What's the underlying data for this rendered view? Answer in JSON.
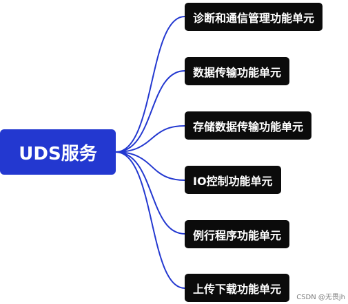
{
  "diagram": {
    "root": {
      "label": "UDS服务"
    },
    "children": [
      {
        "label": "诊断和通信管理功能单元"
      },
      {
        "label": "数据传输功能单元"
      },
      {
        "label": "存储数据传输功能单元"
      },
      {
        "label": "IO控制功能单元"
      },
      {
        "label": "例行程序功能单元"
      },
      {
        "label": "上传下载功能单元"
      }
    ],
    "colors": {
      "root_fill": "#2338d0",
      "child_fill": "#0b0b0b",
      "connector": "#2338d0"
    }
  },
  "watermark": "CSDN @无畏jh"
}
